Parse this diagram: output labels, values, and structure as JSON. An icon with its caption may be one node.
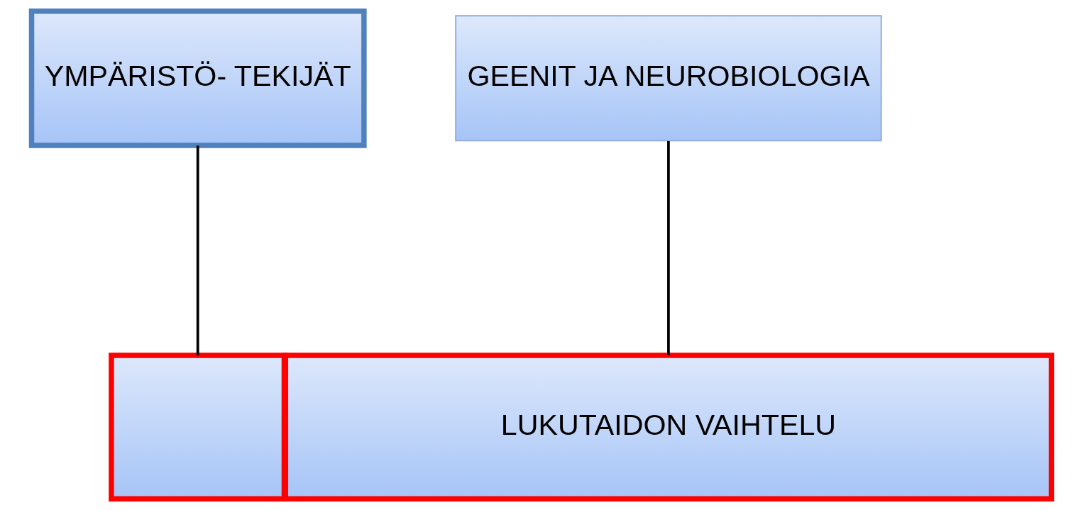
{
  "diagram": {
    "nodes": [
      {
        "text": [
          "YMPÄRISTÖ- TEKIJÄT"
        ]
      },
      {
        "text": [
          "GEENIT JA NEUROBIOLOGIA"
        ]
      },
      {
        "text": [],
        "shape": "box"
      },
      {
        "text": [
          "LUKUTAIDON VAIHTELU"
        ]
      }
    ],
    "edges": [
      {
        "from": 0,
        "to": 2,
        "arrow": "none"
      },
      {
        "from": 1,
        "to": 3,
        "arrow": "none"
      }
    ]
  }
}
